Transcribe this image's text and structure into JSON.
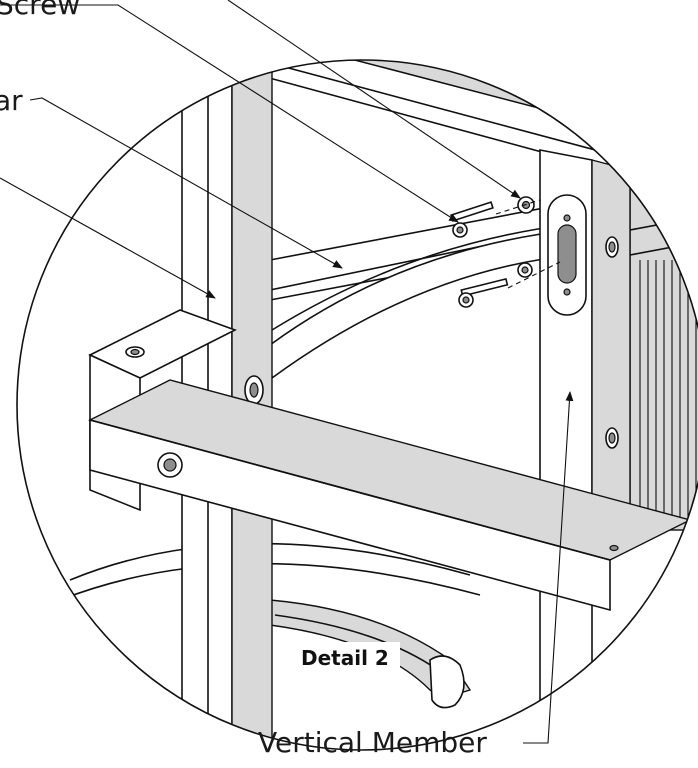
{
  "callouts": {
    "screw_label": "Screw",
    "bar_label": "ar",
    "vertical_member_label": "Vertical Member"
  },
  "detail": {
    "label": "Detail 2"
  }
}
